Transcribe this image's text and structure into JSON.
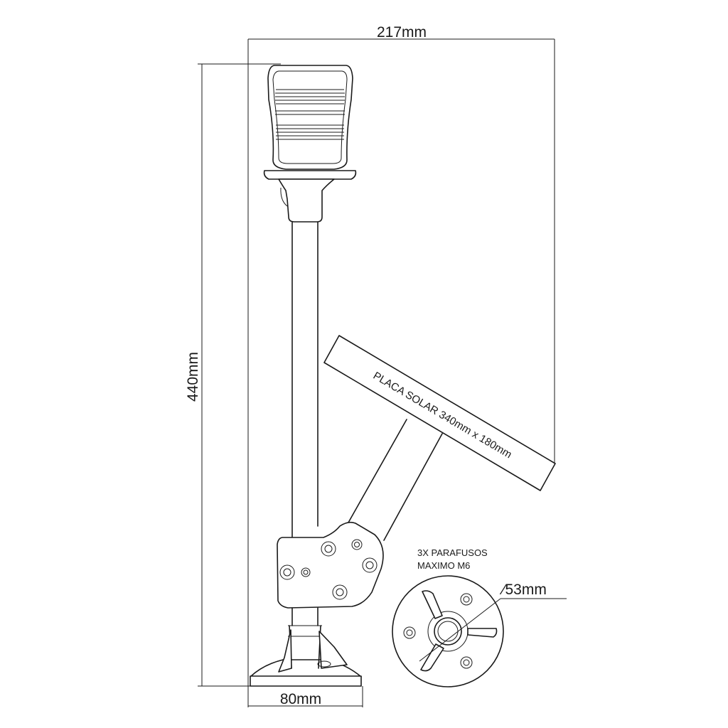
{
  "dimensions": {
    "width_top": "217mm",
    "height": "440mm",
    "base_width": "80mm",
    "flange_diameter": "∕53mm"
  },
  "panel": {
    "label": "PLACA SOLAR  340mm x 180mm"
  },
  "screws_note": {
    "line1": "3X PARAFUSOS",
    "line2": "MAXIMO M6"
  },
  "colors": {
    "line": "#1a1a1a",
    "background": "#ffffff"
  }
}
